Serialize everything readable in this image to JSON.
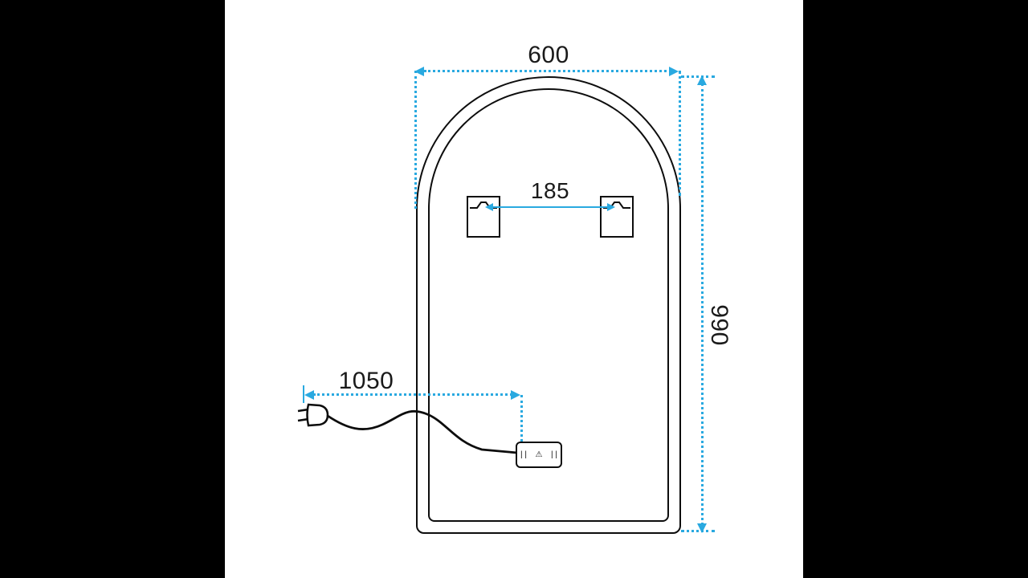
{
  "drawing": {
    "title": "arched mirror dimensional drawing",
    "accent_color": "#29a9e0",
    "line_color": "#0d0d0d",
    "background": "#ffffff",
    "letterbox_color": "#000000"
  },
  "dims": {
    "width_label": "600",
    "height_label": "990",
    "bracket_spacing_label": "185",
    "cable_length_label": "1050"
  },
  "power_box": {
    "bars_left": "| |",
    "warning_symbol": "⚠",
    "bars_right": "| |"
  },
  "icons": {
    "plug": "power-plug-icon",
    "brackets": "mounting-bracket-icon",
    "arrows": "dimension-arrow-icon"
  }
}
